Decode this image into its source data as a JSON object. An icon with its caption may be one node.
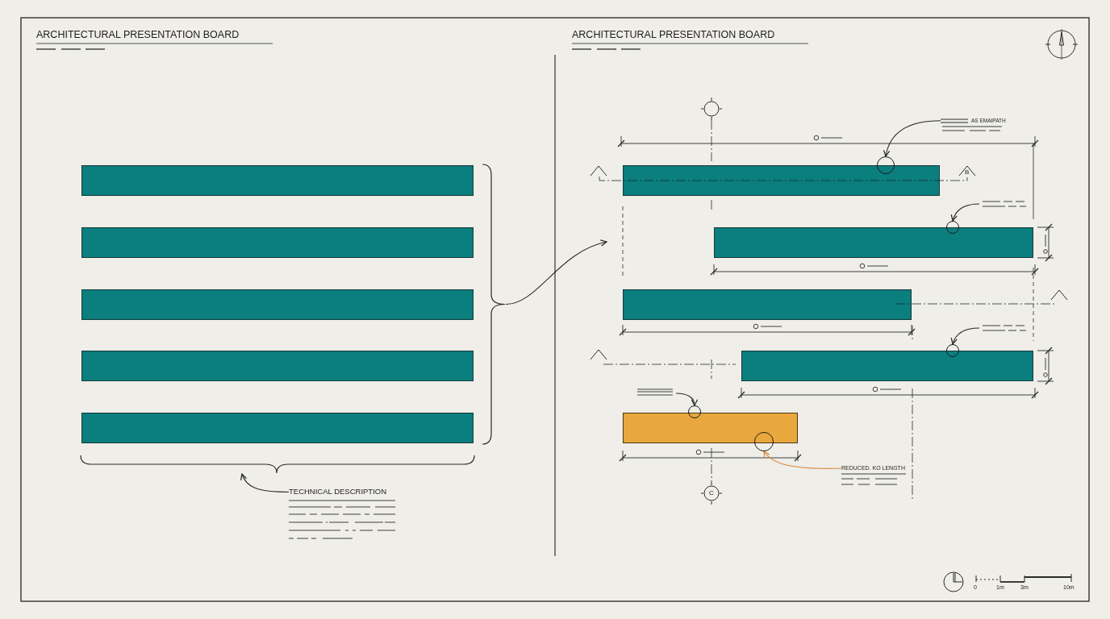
{
  "diagram": {
    "nodes": [
      {
        "text": [],
        "shape": "bar"
      },
      {
        "text": [],
        "shape": "bar"
      },
      {
        "text": [],
        "shape": "bar"
      },
      {
        "text": [],
        "shape": "bar"
      },
      {
        "text": [],
        "shape": "bar"
      },
      {
        "text": [],
        "shape": "brace"
      },
      {
        "text": [],
        "shape": "brace"
      },
      {
        "text": [
          "TECHNICAL DESCRIPTION"
        ]
      },
      {
        "text": [
          "AS EMAIPATH"
        ]
      },
      {
        "text": [],
        "shape": "circle"
      },
      {
        "text": [],
        "shape": "bar"
      },
      {
        "text": [],
        "shape": "circle"
      },
      {
        "text": [],
        "shape": "bar"
      },
      {
        "text": [],
        "shape": "bar"
      },
      {
        "text": [],
        "shape": "circle"
      },
      {
        "text": [],
        "shape": "bar"
      },
      {
        "text": [],
        "shape": "circle"
      },
      {
        "text": [],
        "shape": "bar"
      },
      {
        "text": [],
        "shape": "circle"
      },
      {
        "text": [
          "REDUCED. KO LENGTH"
        ]
      }
    ],
    "edges": [
      {
        "from": 5,
        "to": null,
        "arrow": "to"
      },
      {
        "from": 7,
        "to": 6,
        "arrow": "to"
      },
      {
        "from": 8,
        "to": 9,
        "arrow": "to"
      },
      {
        "from": null,
        "to": 11,
        "arrow": "to"
      },
      {
        "from": null,
        "to": 14,
        "arrow": "to"
      },
      {
        "from": null,
        "to": 16,
        "arrow": "to"
      },
      {
        "from": 19,
        "to": 18,
        "arrow": "to",
        "color": "#d98a3c"
      }
    ],
    "labels": [
      "ARCHITECTURAL PRESENTATION BOARD",
      "ARCHITECTURAL PRESENTATION BOARD",
      "B",
      "C",
      "0",
      "1m",
      "3m",
      "10m"
    ]
  }
}
